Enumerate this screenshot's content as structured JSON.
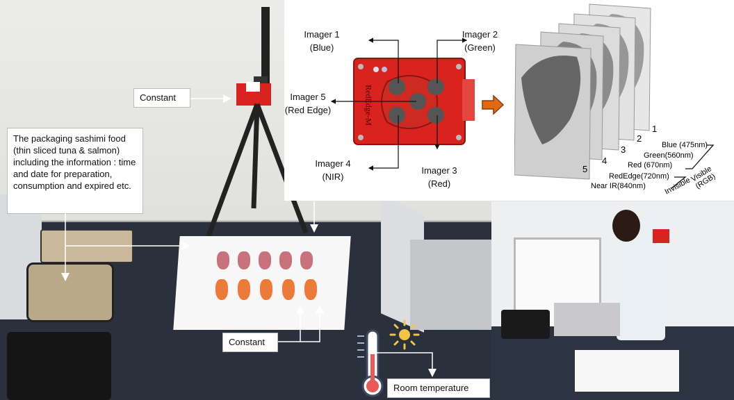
{
  "callouts": {
    "camera_constant": "Constant",
    "packaging_note": "The packaging sashimi food (thin sliced tuna & salmon) including the information : time and date for preparation,  consumption and expired etc.",
    "board_constant": "Constant",
    "room_temperature": "Room temperature"
  },
  "camera": {
    "brand_text": "RedEdge-M",
    "imager_1": [
      "Imager 1",
      "(Blue)"
    ],
    "imager_2": [
      "Imager 2",
      "(Green)"
    ],
    "imager_3": [
      "Imager 3",
      "(Red)"
    ],
    "imager_4": [
      "Imager 4",
      "(NIR)"
    ],
    "imager_5": [
      "Imager 5",
      "(Red Edge)"
    ]
  },
  "bands": {
    "layer_numbers": [
      "1",
      "2",
      "3",
      "4",
      "5"
    ],
    "blue": "Blue (475nm)",
    "green": "Green(560nm)",
    "red": "Red (670nm)",
    "rededge": "RedEdge(720nm)",
    "nir": "Near IR(840nm)",
    "visible": "Visible (RGB)",
    "invisible": "Invisible"
  },
  "colors": {
    "camera_red": "#d9231f",
    "arrow_orange": "#e06a12",
    "board": "#f4f4f4"
  }
}
